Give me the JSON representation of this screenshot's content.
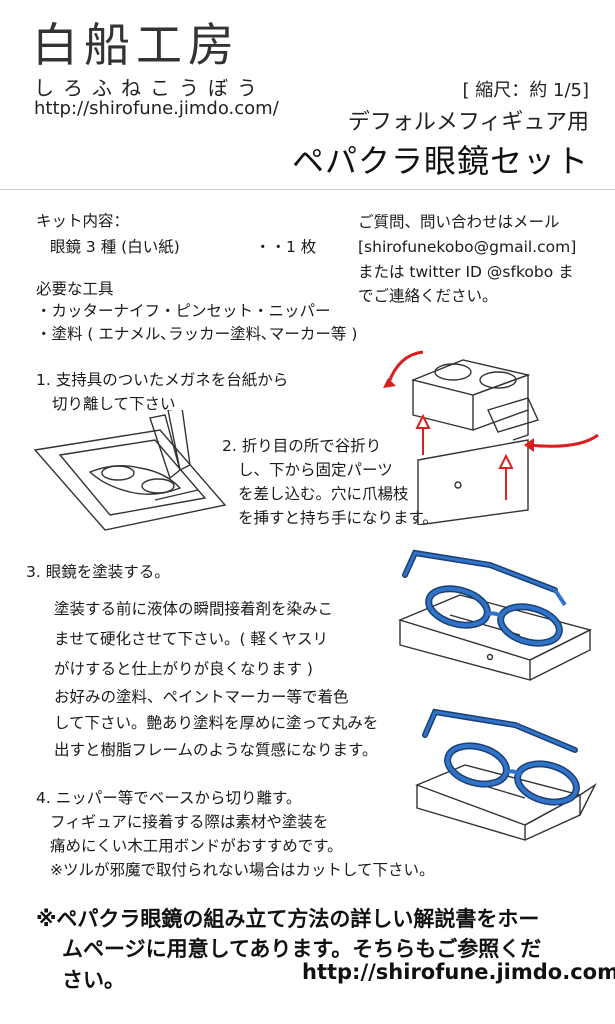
{
  "header": {
    "logo": "白船工房",
    "logo_kana": "しろふねこうぼう",
    "url": "http://shirofune.jimdo.com/",
    "scale": "[ 縮尺：約 1/5]",
    "subtitle": "デフォルメフィギュア用",
    "title": "ペパクラ眼鏡セット"
  },
  "kit": {
    "heading": "キット内容：",
    "item": "眼鏡 3 種 (白い紙)",
    "qty": "・・1 枚"
  },
  "tools": {
    "heading": "必要な工具",
    "line1": "・カッターナイフ・ピンセット・ニッパー",
    "line2": "・塗料 ( エナメル､ラッカー塗料､マーカー等 )"
  },
  "contact": {
    "line1": "ご質問、問い合わせはメール",
    "line2": "[shirofunekobo@gmail.com]",
    "line3": "または twitter ID @sfkobo ま",
    "line4": "でご連絡ください。"
  },
  "steps": {
    "s1_l1": "1. 支持具のついたメガネを台紙から",
    "s1_l2": "切り離して下さい",
    "s2_l1": "2. 折り目の所で谷折り",
    "s2_l2": "し、下から固定パーツ",
    "s2_l3": "を差し込む。穴に爪楊枝",
    "s2_l4": "を挿すと持ち手になります。",
    "s3_h": "3. 眼鏡を塗装する。",
    "s3_a1": "塗装する前に液体の瞬間接着剤を染みこ",
    "s3_a2": "ませて硬化させて下さい。( 軽くヤスリ",
    "s3_a3": "がけすると仕上がりが良くなります )",
    "s3_b1": "お好みの塗料、ペイントマーカー等で着色",
    "s3_b2": "して下さい。艶あり塗料を厚めに塗って丸みを",
    "s3_b3": "出すと樹脂フレームのような質感になります。",
    "s4_l1": "4. ニッパー等でベースから切り離す。",
    "s4_l2": "フィギュアに接着する際は素材や塗装を",
    "s4_l3": "痛めにくい木工用ボンドがおすすめです。",
    "s4_l4": "※ツルが邪魔で取付られない場合はカットして下さい。"
  },
  "note": {
    "line1": "※ペパクラ眼鏡の組み立て方法の詳しい解説書をホー",
    "line2": "ムページに用意してあります。そちらもご参照くだ",
    "line3": "さい。",
    "url": "http://shirofune.jimdo.com/"
  },
  "colors": {
    "accent_red": "#d92020",
    "frame_blue": "#2f74c8",
    "frame_dark": "#1c3f73"
  }
}
